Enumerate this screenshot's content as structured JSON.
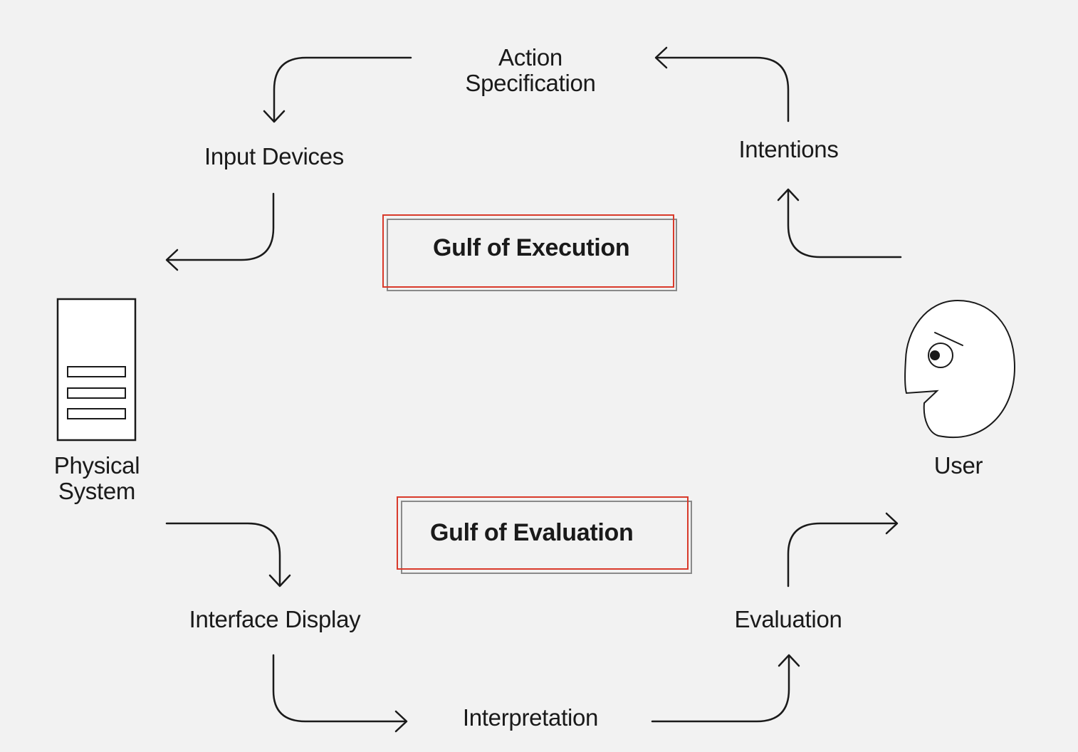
{
  "nodes": {
    "action_specification": [
      "Action",
      "Specification"
    ],
    "input_devices": "Input Devices",
    "intentions": "Intentions",
    "physical_system": [
      "Physical",
      "System"
    ],
    "user": "User",
    "interface_display": "Interface Display",
    "evaluation": "Evaluation",
    "interpretation": "Interpretation"
  },
  "gulfs": {
    "execution": "Gulf of Execution",
    "evaluation": "Gulf of Evaluation"
  },
  "colors": {
    "background": "#f2f2f2",
    "line": "#1a1a1a",
    "highlight": "#d93a2b",
    "box_shadow": "#8a8a8a"
  },
  "icons": {
    "physical_system": "server-tower-icon",
    "user": "user-head-icon"
  }
}
